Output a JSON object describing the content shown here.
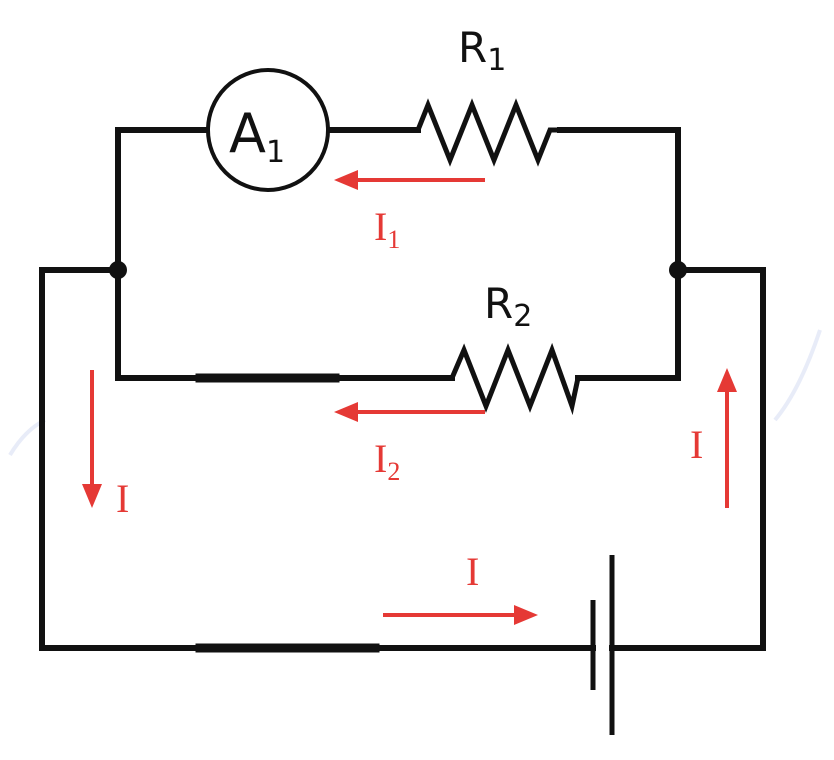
{
  "components": {
    "ammeter": {
      "label": "A",
      "sub": "1"
    },
    "resistor1": {
      "label": "R",
      "sub": "1"
    },
    "resistor2": {
      "label": "R",
      "sub": "2"
    }
  },
  "currents": {
    "i1": {
      "label": "I",
      "sub": "1"
    },
    "i2": {
      "label": "I",
      "sub": "2"
    },
    "i_left": {
      "label": "I"
    },
    "i_bottom": {
      "label": "I"
    },
    "i_right": {
      "label": "I"
    }
  },
  "colors": {
    "wire": "#111111",
    "current": "#e53935"
  }
}
